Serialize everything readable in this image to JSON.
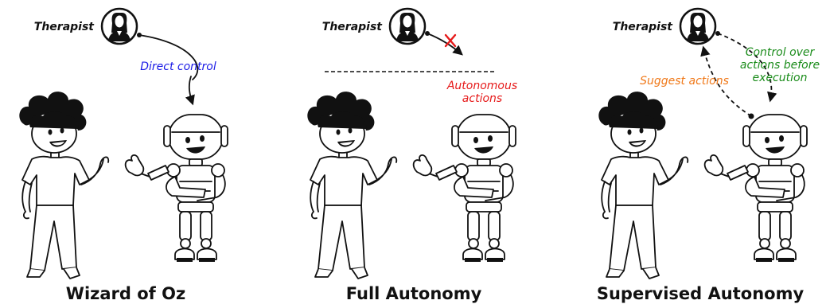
{
  "panels": [
    {
      "title": "Wizard of Oz",
      "therapist_label": "Therapist",
      "annotations": [
        {
          "text": "Direct control",
          "color": "#1a1ae6"
        }
      ]
    },
    {
      "title": "Full Autonomy",
      "therapist_label": "Therapist",
      "annotations": [
        {
          "text": "Autonomous",
          "color": "#e61919"
        },
        {
          "text": "actions",
          "color": "#e61919"
        }
      ]
    },
    {
      "title": "Supervised Autonomy",
      "therapist_label": "Therapist",
      "annotations": [
        {
          "text": "Suggest actions",
          "color": "#f07818"
        },
        {
          "text": "Control over",
          "color": "#1a8c1a"
        },
        {
          "text": "actions before",
          "color": "#1a8c1a"
        },
        {
          "text": "execution",
          "color": "#1a8c1a"
        }
      ]
    }
  ],
  "icons": {
    "therapist": "therapist-avatar-icon",
    "child": "child-figure",
    "robot": "robot-figure",
    "blocked": "red-cross-icon"
  }
}
